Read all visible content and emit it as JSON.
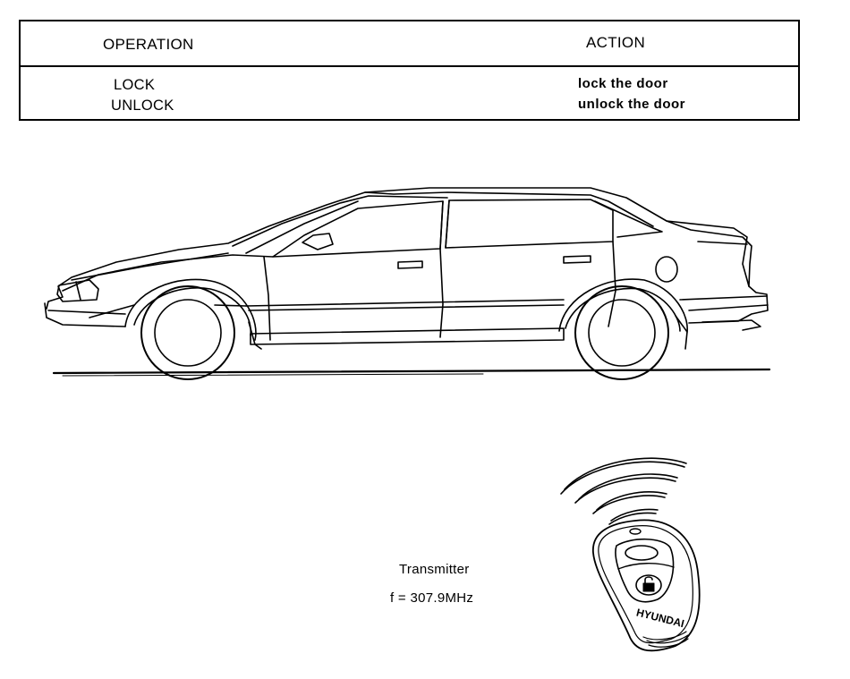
{
  "table": {
    "header_operation": "OPERATION",
    "header_action": "ACTION",
    "rows": [
      {
        "operation": "LOCK",
        "action": "lock the door"
      },
      {
        "operation": "UNLOCK",
        "action": "unlock the door"
      }
    ]
  },
  "transmitter": {
    "label": "Transmitter",
    "frequency": "f = 307.9MHz",
    "brand": "HYUNDAI"
  }
}
